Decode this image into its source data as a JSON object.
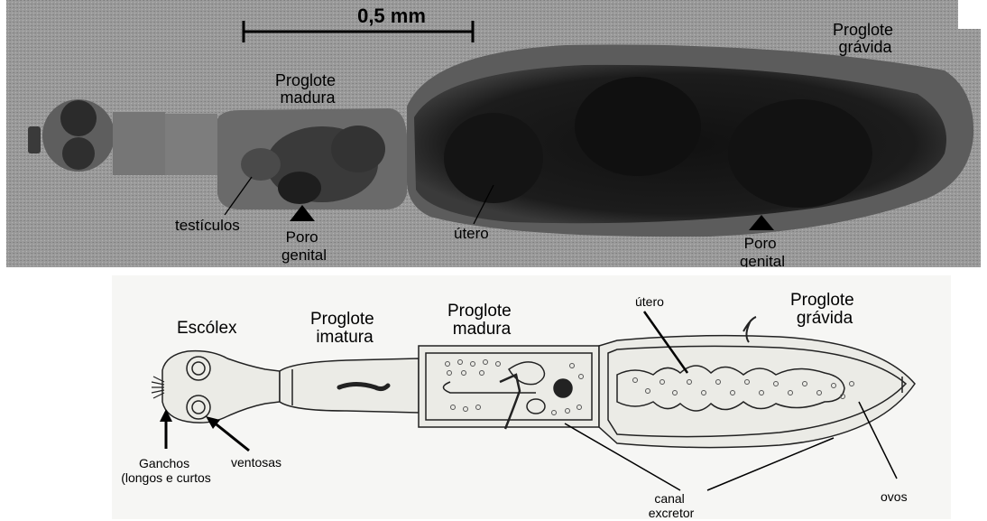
{
  "photo": {
    "scale_bar_label": "0,5 mm",
    "labels": {
      "proglote_gravida": [
        "Proglote",
        "grávida"
      ],
      "proglote_madura": [
        "Proglote",
        "madura"
      ],
      "testiculos": "testículos",
      "poro_genital_1": [
        "Poro",
        "genital"
      ],
      "utero": "útero",
      "poro_genital_2": [
        "Poro",
        "genital"
      ]
    }
  },
  "drawing": {
    "labels": {
      "escolex": "Escólex",
      "proglote_imatura": [
        "Proglote",
        "imatura"
      ],
      "proglote_madura": [
        "Proglote",
        "madura"
      ],
      "utero": "útero",
      "proglote_gravida": [
        "Proglote",
        "grávida"
      ],
      "ganchos": [
        "Ganchos",
        "(longos e curtos"
      ],
      "ventosas": "ventosas",
      "canal_excretor": [
        "canal",
        "excretor"
      ],
      "ovos": "ovos"
    }
  }
}
